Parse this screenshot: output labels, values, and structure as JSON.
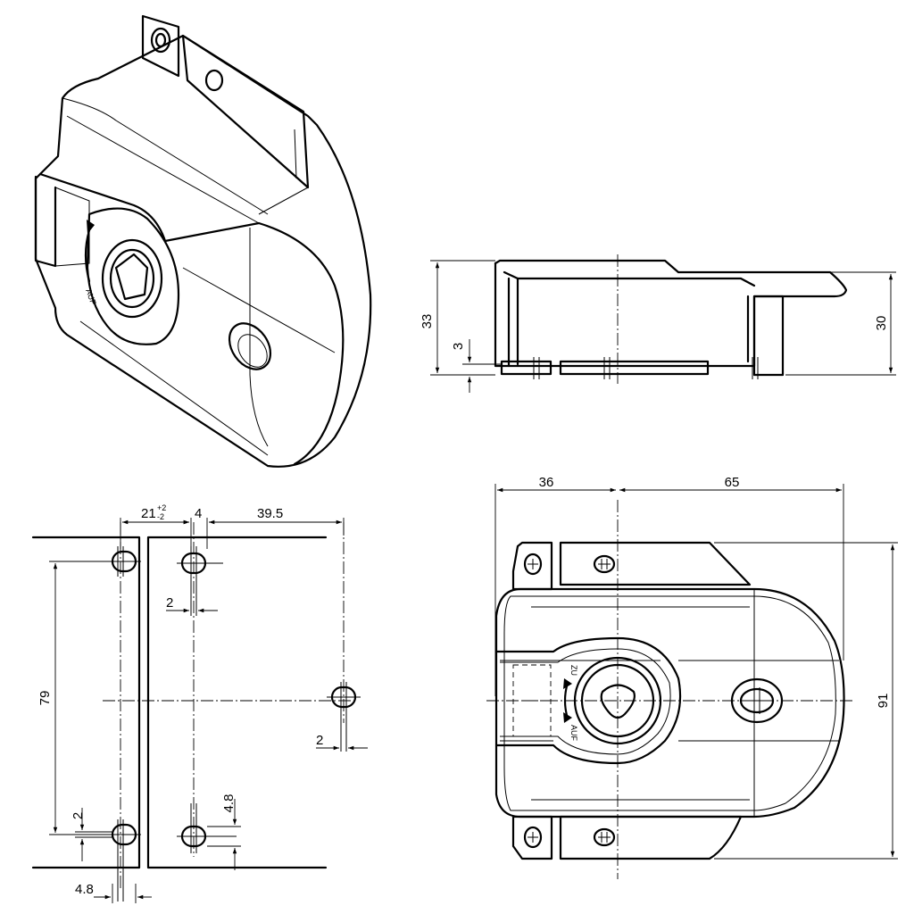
{
  "dimensions": {
    "side_height": "33",
    "side_foot": "3",
    "side_right": "30",
    "hole_pitch": "21",
    "hole_pitch_tol_upper": "+2",
    "hole_pitch_tol_lower": "-2",
    "slot_width": "4",
    "slot_offset": "39.5",
    "slot_len_a": "2",
    "slot_len_b": "2",
    "slot_len_c": "2",
    "hole_height": "4.8",
    "hole_spacing": "79",
    "bottom_width": "4.8",
    "front_left": "36",
    "front_right": "65",
    "front_height": "91"
  },
  "marks": {
    "rotate_up": "AUF",
    "rotate_down": "ZU"
  }
}
